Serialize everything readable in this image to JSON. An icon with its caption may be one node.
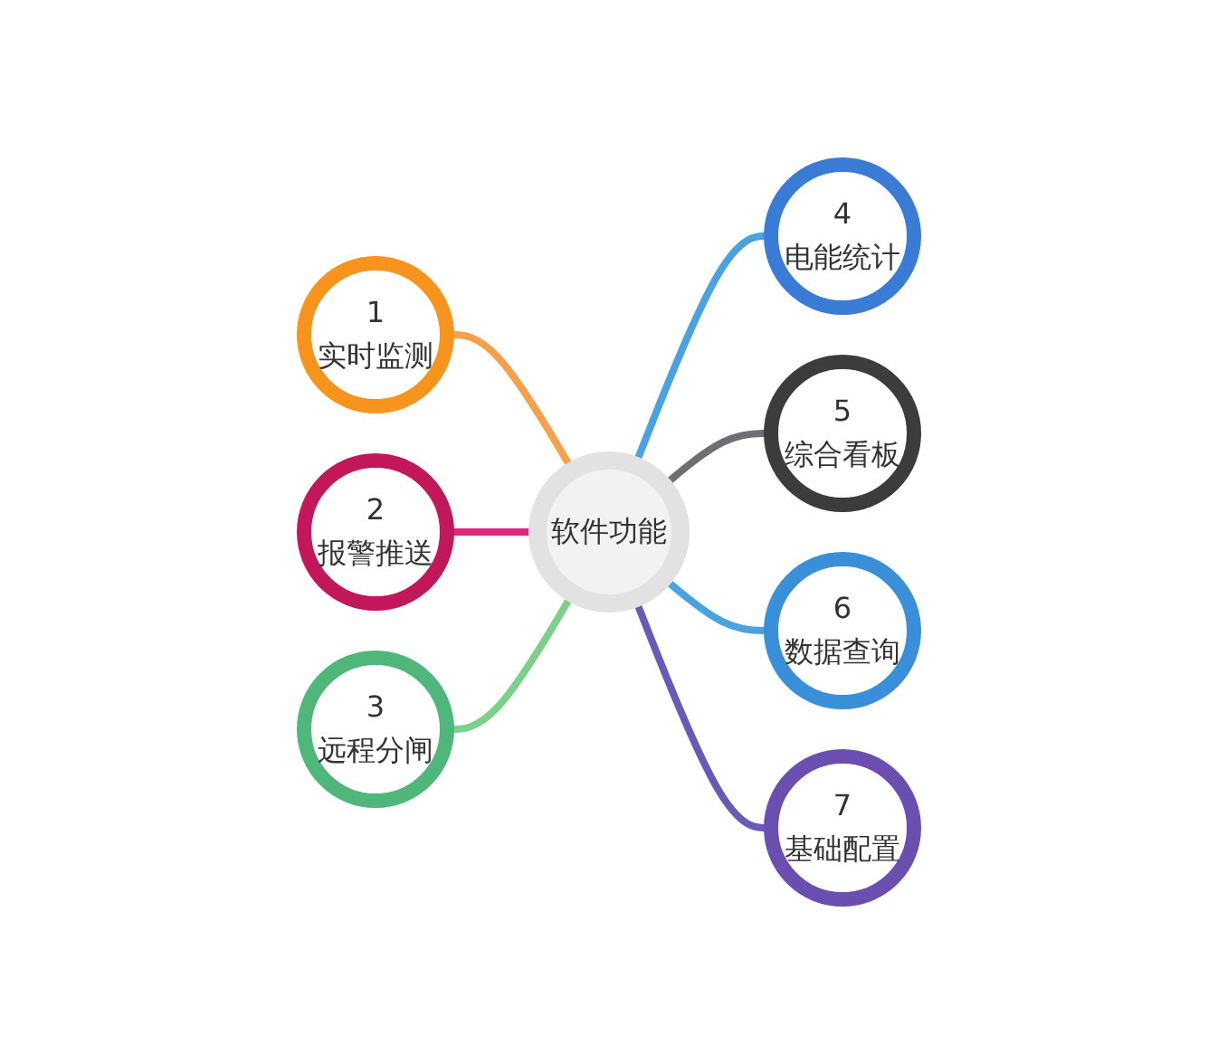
{
  "diagram": {
    "nodes": [
      {
        "text": [
          "软件功能"
        ]
      },
      {
        "text": [
          "1",
          "实时监测"
        ]
      },
      {
        "text": [
          "2",
          "报警推送"
        ]
      },
      {
        "text": [
          "3",
          "远程分闸"
        ]
      },
      {
        "text": [
          "4",
          "电能统计"
        ]
      },
      {
        "text": [
          "5",
          "综合看板"
        ]
      },
      {
        "text": [
          "6",
          "数据查询"
        ]
      },
      {
        "text": [
          "7",
          "基础配置"
        ]
      }
    ],
    "edges": [
      {
        "from": 1,
        "to": 0,
        "arrow": "none",
        "color": "#f5a04a"
      },
      {
        "from": 2,
        "to": 0,
        "arrow": "none",
        "color": "#e0287a"
      },
      {
        "from": 3,
        "to": 0,
        "arrow": "none",
        "color": "#7cd08a"
      },
      {
        "from": 0,
        "to": 4,
        "arrow": "none",
        "color": "#4aa3e0"
      },
      {
        "from": 0,
        "to": 5,
        "arrow": "none",
        "color": "#6f6f73"
      },
      {
        "from": 0,
        "to": 6,
        "arrow": "none",
        "color": "#4aa3e0"
      },
      {
        "from": 0,
        "to": 7,
        "arrow": "none",
        "color": "#6a5ab8"
      }
    ]
  }
}
